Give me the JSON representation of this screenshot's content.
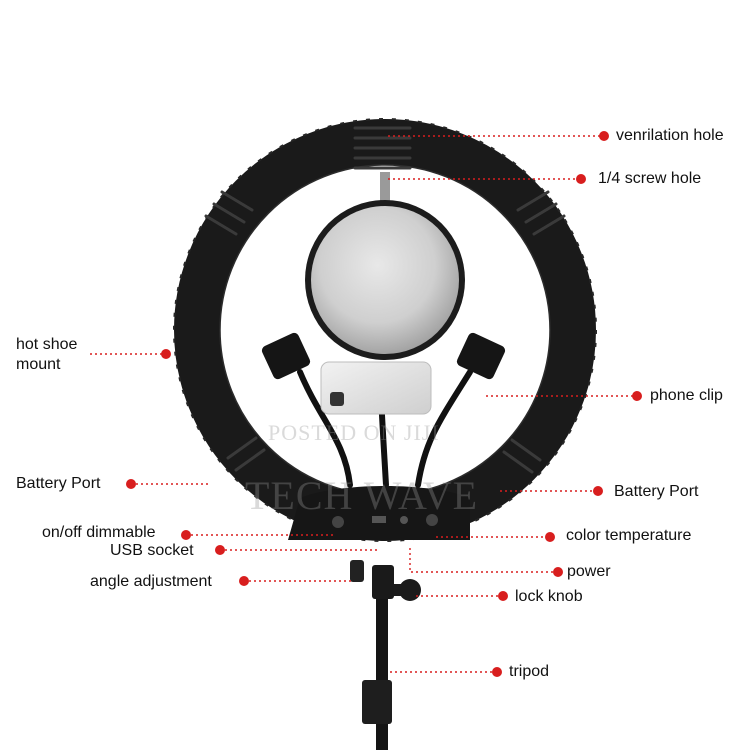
{
  "labels": {
    "ventilation_hole": "venrilation hole",
    "screw_hole": "1/4 screw hole",
    "hot_shoe_line1": "hot shoe",
    "hot_shoe_line2": "mount",
    "phone_clip": "phone clip",
    "battery_port_left": "Battery Port",
    "battery_port_right": "Battery Port",
    "on_off_dimmable": "on/off dimmable",
    "usb_socket": "USB socket",
    "color_temperature": "color temperature",
    "angle_adjustment": "angle adjustment",
    "power": "power",
    "lock_knob": "lock knob",
    "tripod": "tripod"
  },
  "watermarks": {
    "posted": "POSTED ON JIJI",
    "brand": "TECH WAVE"
  },
  "colors": {
    "leader": "#d81e1e",
    "ring": "#1a1a1a",
    "background": "#ffffff"
  }
}
